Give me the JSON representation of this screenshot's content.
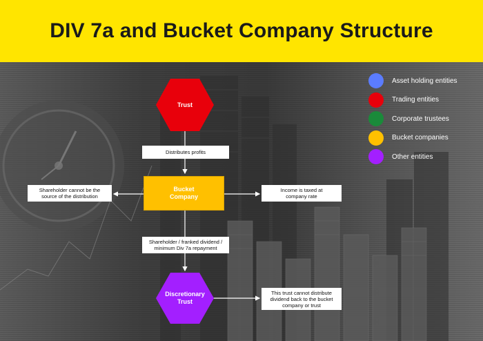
{
  "title": "DIV 7a and Bucket Company Structure",
  "nodes": {
    "trust": {
      "label": "Trust",
      "color": "#e8000b"
    },
    "bucket_company": {
      "label": "Bucket\nCompany",
      "color": "#ffc000"
    },
    "discretionary_trust": {
      "label": "Discretionary\nTrust",
      "color": "#a31fff"
    }
  },
  "notes": {
    "distributes_profits": "Distributes profits",
    "shareholder_source": "Shareholder cannot be the\nsource of the distribution",
    "income_taxed": "Income is taxed at\ncompany rate",
    "shareholder_dividend": "Shareholder / franked dividend /\nminimum Div 7a repayment",
    "trust_cannot_distribute": "This trust cannot distribute\ndividend back to the bucket\ncompany or trust"
  },
  "legend": [
    {
      "label": "Asset holding entities",
      "color": "#5b7cff"
    },
    {
      "label": "Trading entities",
      "color": "#e8000b"
    },
    {
      "label": "Corporate trustees",
      "color": "#1a8a3a"
    },
    {
      "label": "Bucket companies",
      "color": "#ffc000"
    },
    {
      "label": "Other entities",
      "color": "#a31fff"
    }
  ]
}
